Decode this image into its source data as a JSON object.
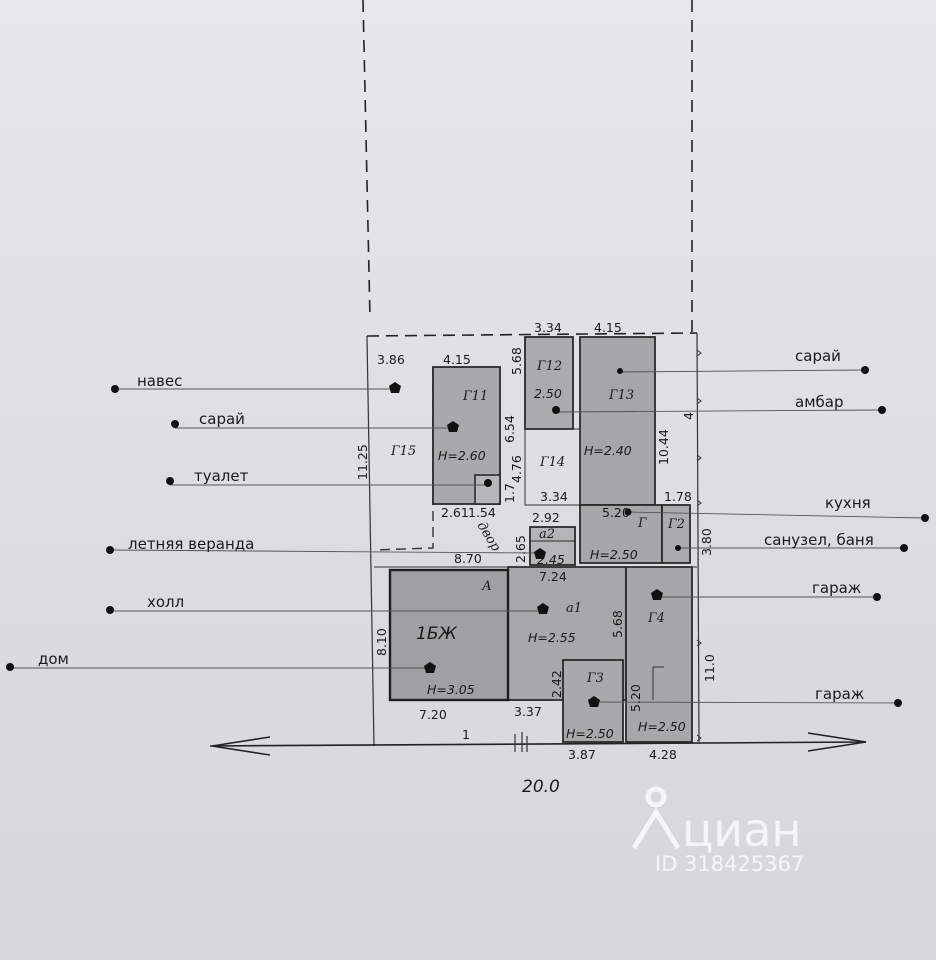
{
  "labels": {
    "naves": "навес",
    "saray_left": "сарай",
    "tualet": "туалет",
    "veranda": "летняя веранда",
    "holl": "холл",
    "dom": "дом",
    "saray_right": "сарай",
    "ambar": "амбар",
    "kuhnya": "кухня",
    "sanuzel": "санузел, баня",
    "garazh1": "гараж",
    "garazh2": "гараж"
  },
  "codes": {
    "g11": "Г11",
    "g12": "Г12",
    "g13": "Г13",
    "g14": "Г14",
    "g15": "Г15",
    "g": "Г",
    "g2": "Г2",
    "g3": "Г3",
    "g4": "Г4",
    "a": "А",
    "a1": "а1",
    "a2": "а2",
    "bzh": "1БЖ",
    "dvor": "двор"
  },
  "heights": {
    "g11": "Н=2.60",
    "g12": "2.50",
    "g13": "Н=2.40",
    "a2": "2.45",
    "g": "Н=2.50",
    "a1": "Н=2.55",
    "bzh": "Н=3.05",
    "g3": "Н=2.50",
    "g4": "Н=2.50"
  },
  "dims": {
    "d334_top": "3.34",
    "d415_top": "4.15",
    "d386": "3.86",
    "d415": "4.15",
    "d568_top": "5.68",
    "d654": "6.54",
    "d476": "4.76",
    "d17": "1.7",
    "d1044": "10.44",
    "d4": "4",
    "d1125": "11.25",
    "d261": "2.61",
    "d154": "1.54",
    "d334_mid": "3.34",
    "d292": "2.92",
    "d520_top": "5.20",
    "d178": "1.78",
    "d380": "3.80",
    "d265": "2.65",
    "d870": "8.70",
    "d724": "7.24",
    "d568": "5.68",
    "d810": "8.10",
    "d242": "2.42",
    "d520": "5.20",
    "d110": "11.0",
    "d720": "7.20",
    "d337": "3.37",
    "d1": "1",
    "d387": "3.87",
    "d428": "4.28",
    "total": "20.0"
  },
  "watermark": {
    "brand": "циан",
    "id": "ID 318425367"
  }
}
